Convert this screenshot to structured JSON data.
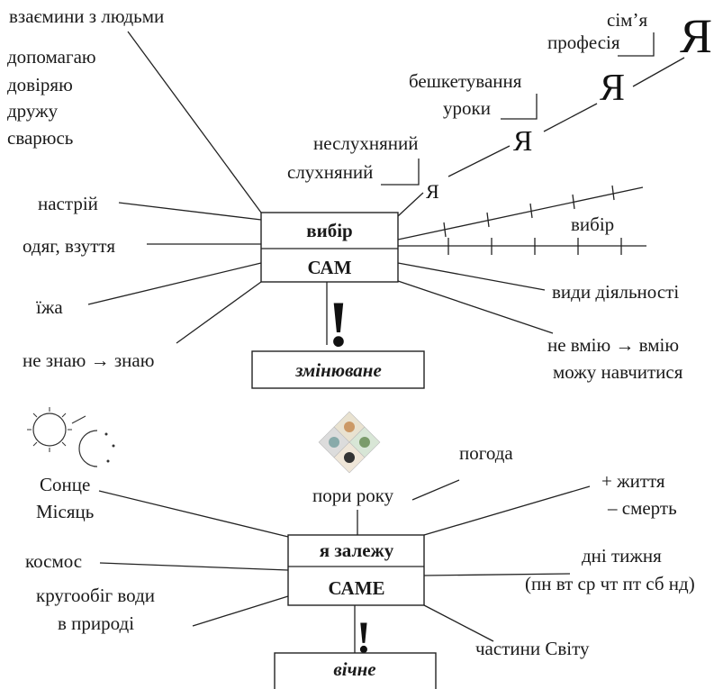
{
  "top": {
    "box_top": "вибір",
    "box_bottom": "САМ",
    "result": "змінюване",
    "left_labels": {
      "relations": "взаємини з людьми",
      "rel_items": [
        "допомагаю",
        "довіряю",
        "дружу",
        "сварюсь"
      ],
      "mood": "настрій",
      "clothes": "одяг, взуття",
      "food": "їжа",
      "know": "не знаю → знаю"
    },
    "right_labels": {
      "family": "сім’я",
      "profession": "професія",
      "mischief": "бешкетування",
      "lessons": "уроки",
      "naughty": "неслухняний",
      "obedient": "слухняний",
      "choice": "вибір",
      "activities": "види діяльності",
      "cannot": "не вмію → вмію",
      "can_learn": "можу навчитися"
    },
    "ya_letters": [
      "Я",
      "Я",
      "Я",
      "Я"
    ]
  },
  "bottom": {
    "box_top": "я залежу",
    "box_bottom": "САМЕ",
    "result": "вічне",
    "labels": {
      "sun": "Сонце",
      "moon": "Місяць",
      "seasons": "пори року",
      "weather": "погода",
      "life": "+ життя",
      "death": "– смерть",
      "cosmos": "космос",
      "weekdays": "дні тижня",
      "weekdays_abbr": "(пн вт ср чт пт сб нд)",
      "water1": "кругообіг води",
      "water2": "в природі",
      "world": "частини Світу"
    }
  },
  "exclamation": "!",
  "icons": [
    "sun-moon-icon",
    "seasons-icon"
  ],
  "colors": {
    "ink": "#1a1a1a",
    "background": "#ffffff"
  }
}
